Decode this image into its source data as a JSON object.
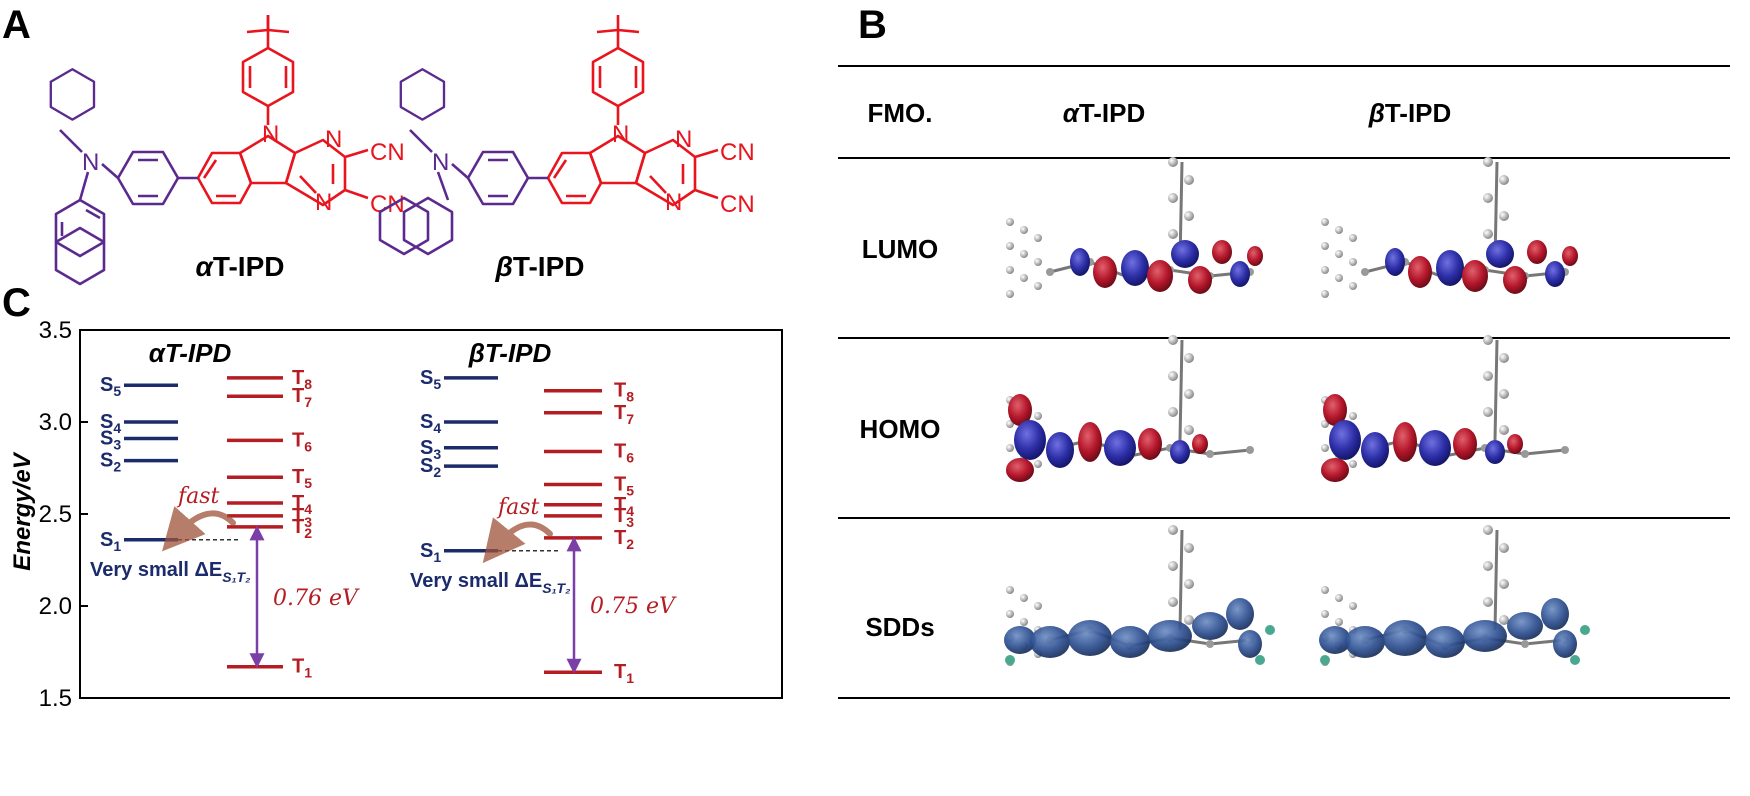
{
  "panels": {
    "a": "A",
    "b": "B",
    "c": "C"
  },
  "panel_a": {
    "molecules": [
      {
        "name_symbol": "α",
        "name_rest": "T-IPD"
      },
      {
        "name_symbol": "β",
        "name_rest": "T-IPD"
      }
    ],
    "atom_labels": {
      "n": "N",
      "cn": "CN"
    },
    "colors": {
      "acceptor": "#e8141e",
      "donor": "#5b2a8e"
    }
  },
  "panel_b": {
    "headers": {
      "col1": "FMO.",
      "col2_symbol": "α",
      "col2_rest": "T-IPD",
      "col3_symbol": "β",
      "col3_rest": "T-IPD"
    },
    "rows": [
      "LUMO",
      "HOMO",
      "SDDs"
    ],
    "colors": {
      "positive_lobe": "#b5172b",
      "negative_lobe": "#2d2fa8",
      "spin_density": "#2b4d8f",
      "atom": "#b8b8b8"
    }
  },
  "chart_data": {
    "type": "energy-level-diagram",
    "ylabel": "Energy/eV",
    "ylim": [
      1.5,
      3.5
    ],
    "yticks": [
      "1.5",
      "2.0",
      "2.5",
      "3.0",
      "3.5"
    ],
    "ytick_values": [
      1.5,
      2.0,
      2.5,
      3.0,
      3.5
    ],
    "colors": {
      "singlet": "#1b2b6b",
      "triplet": "#b41e23",
      "arrow": "#7b3fa8"
    },
    "series": [
      {
        "name": "αT-IPD",
        "title_symbol": "α",
        "title_rest": "T-IPD",
        "singlets": [
          {
            "label": "S",
            "sub": "1",
            "energy": 2.36
          },
          {
            "label": "S",
            "sub": "2",
            "energy": 2.79
          },
          {
            "label": "S",
            "sub": "3",
            "energy": 2.91
          },
          {
            "label": "S",
            "sub": "4",
            "energy": 3.0
          },
          {
            "label": "S",
            "sub": "5",
            "energy": 3.2
          }
        ],
        "triplets": [
          {
            "label": "T",
            "sub": "1",
            "energy": 1.67
          },
          {
            "label": "T",
            "sub": "2",
            "energy": 2.43
          },
          {
            "label": "T",
            "sub": "3",
            "energy": 2.49
          },
          {
            "label": "T",
            "sub": "4",
            "energy": 2.56
          },
          {
            "label": "T",
            "sub": "5",
            "energy": 2.7
          },
          {
            "label": "T",
            "sub": "6",
            "energy": 2.9
          },
          {
            "label": "T",
            "sub": "7",
            "energy": 3.14
          },
          {
            "label": "T",
            "sub": "8",
            "energy": 3.24
          }
        ],
        "gap_label": "0.76 eV",
        "fast_label": "fast",
        "small_gap_text": "Very small ΔE",
        "small_gap_sub": "S₁T₂"
      },
      {
        "name": "βT-IPD",
        "title_symbol": "β",
        "title_rest": "T-IPD",
        "singlets": [
          {
            "label": "S",
            "sub": "1",
            "energy": 2.3
          },
          {
            "label": "S",
            "sub": "2",
            "energy": 2.76
          },
          {
            "label": "S",
            "sub": "3",
            "energy": 2.86
          },
          {
            "label": "S",
            "sub": "4",
            "energy": 3.0
          },
          {
            "label": "S",
            "sub": "5",
            "energy": 3.24
          }
        ],
        "triplets": [
          {
            "label": "T",
            "sub": "1",
            "energy": 1.64
          },
          {
            "label": "T",
            "sub": "2",
            "energy": 2.37
          },
          {
            "label": "T",
            "sub": "3",
            "energy": 2.49
          },
          {
            "label": "T",
            "sub": "4",
            "energy": 2.55
          },
          {
            "label": "T",
            "sub": "5",
            "energy": 2.66
          },
          {
            "label": "T",
            "sub": "6",
            "energy": 2.84
          },
          {
            "label": "T",
            "sub": "7",
            "energy": 3.05
          },
          {
            "label": "T",
            "sub": "8",
            "energy": 3.17
          }
        ],
        "gap_label": "0.75 eV",
        "fast_label": "fast",
        "small_gap_text": "Very small ΔE",
        "small_gap_sub": "S₁T₂"
      }
    ]
  }
}
